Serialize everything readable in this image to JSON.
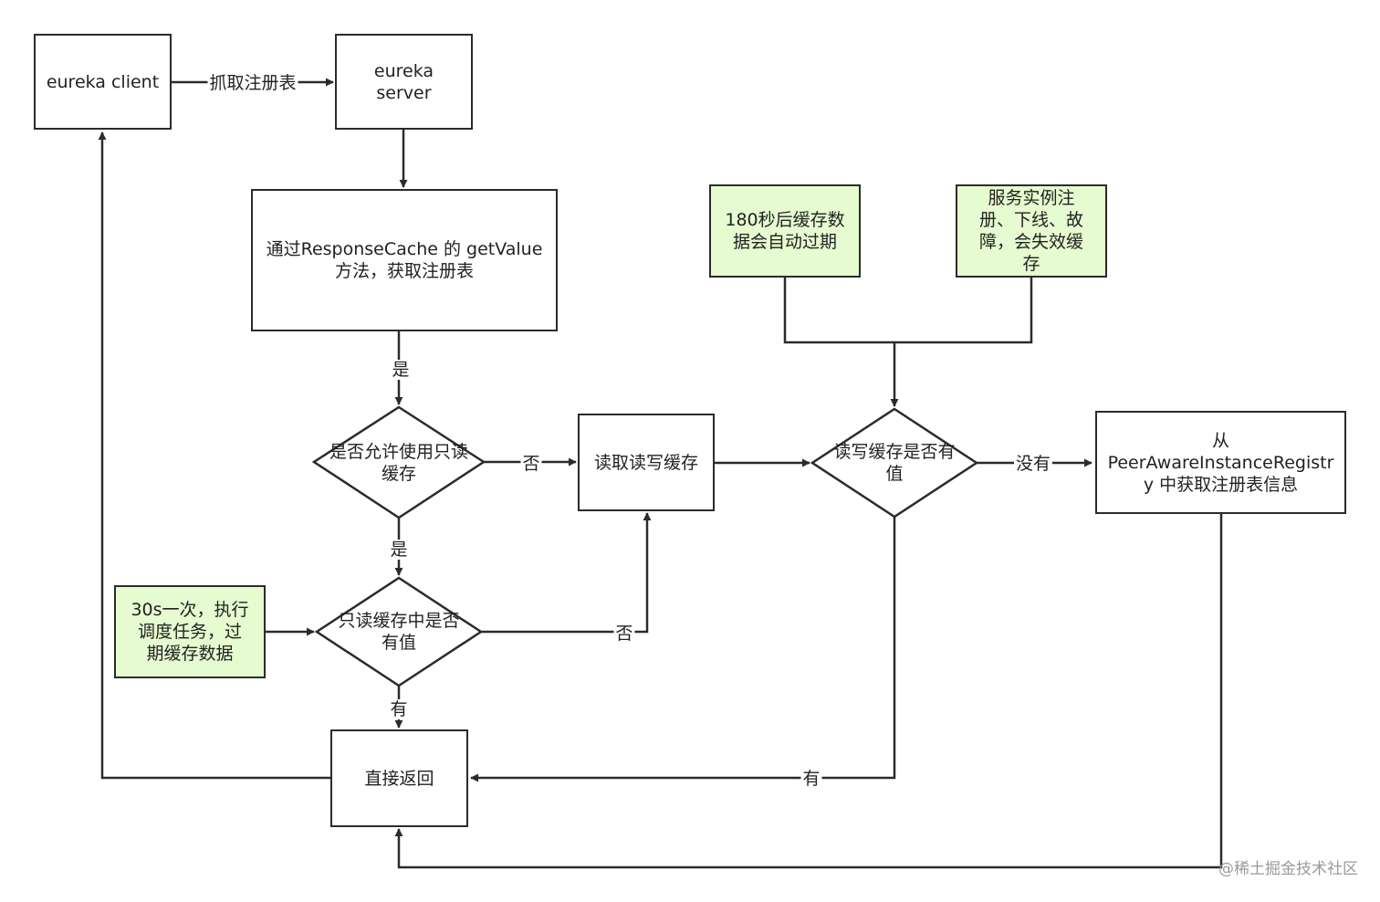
{
  "nodes": {
    "client": "eureka client",
    "server": "eureka\nserver",
    "get_value": "通过ResponseCache 的 getValue\n方法，获取注册表",
    "allow_readonly": "是否允许使用只读\n缓存",
    "readonly_has_value": "只读缓存中是否\n有值",
    "read_rw_cache": "读取读写缓存",
    "rw_has_value": "读写缓存是否有\n值",
    "registry": "从\nPeerAwareInstanceRegistr\ny 中获取注册表信息",
    "return_direct": "直接返回",
    "note_180s": "180秒后缓存数\n据会自动过期",
    "note_service": "服务实例注\n册、下线、故\n障，会失效缓\n存",
    "note_30s": "30s一次，执行\n调度任务，过\n期缓存数据"
  },
  "edge_labels": {
    "fetch_registry": "抓取注册表",
    "yes_1": "是",
    "no_1": "否",
    "yes_2": "是",
    "no_2": "否",
    "has_1": "有",
    "has_2": "有",
    "none": "没有"
  },
  "watermark": "@稀土掘金技术社区",
  "colors": {
    "note_fill": "#e6fbcf",
    "stroke": "#2b2b2b"
  }
}
